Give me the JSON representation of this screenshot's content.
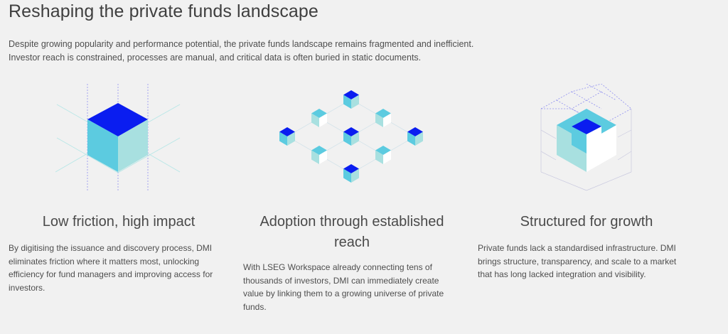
{
  "page": {
    "title": "Reshaping the private funds landscape",
    "intro": "Despite growing popularity and performance potential, the private funds landscape remains fragmented and inefficient. Investor reach is constrained, processes are manual, and critical data is often buried in static documents."
  },
  "columns": [
    {
      "icon": "single-cube-icon",
      "title": "Low friction, high impact",
      "body": "By digitising the issuance and discovery process, DMI eliminates friction where it matters most, unlocking efficiency for fund managers and improving access for investors."
    },
    {
      "icon": "cube-network-icon",
      "title": "Adoption through established reach",
      "body": "With LSEG Workspace already connecting tens of thousands of investors, DMI can immediately create value by linking them to a growing universe of private funds."
    },
    {
      "icon": "cube-structure-icon",
      "title": "Structured for growth",
      "body": "Private funds lack a standardised infrastructure. DMI brings structure, transparency, and scale to a market that has long lacked integration and visibility."
    }
  ],
  "colors": {
    "cube_top": "#0a1df0",
    "cube_left": "#5ccbe0",
    "cube_right": "#a8e0e0",
    "grid_line": "#8f8ff0"
  }
}
